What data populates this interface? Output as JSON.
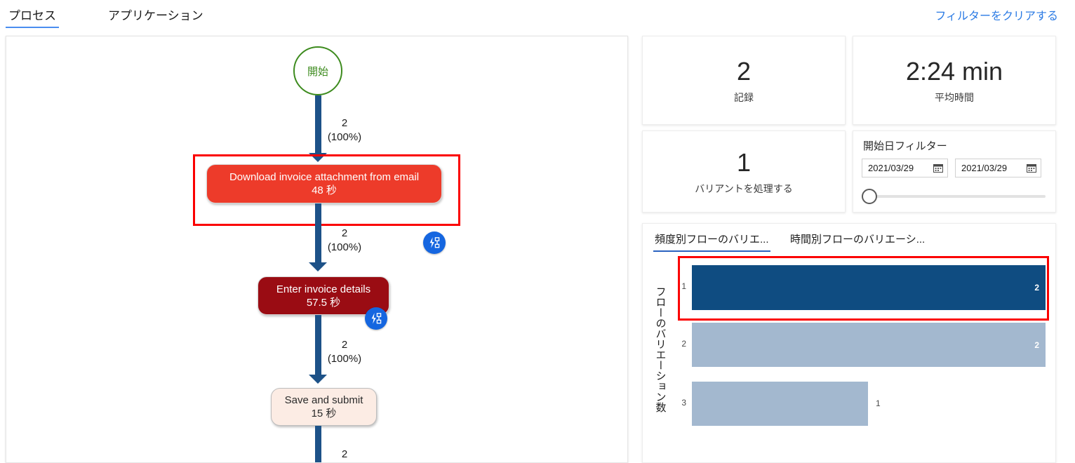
{
  "tabs": [
    {
      "label": "プロセス",
      "active": true
    },
    {
      "label": "アプリケーション",
      "active": false
    }
  ],
  "header": {
    "clear_filter_label": "フィルターをクリアする",
    "link_color": "#2a7ae4"
  },
  "process_graph": {
    "start_node": {
      "label": "開始",
      "color": "#3d8b1e"
    },
    "nodes": [
      {
        "name": "Download invoice attachment from email",
        "duration": "48 秒",
        "fill": "#ed3b2a",
        "selected": true,
        "badge": "flow-automation-icon"
      },
      {
        "name": "Enter invoice details",
        "duration": "57.5 秒",
        "fill": "#9a0c13",
        "selected": false,
        "badge": "flow-automation-icon"
      },
      {
        "name": "Save and submit",
        "duration": "15 秒",
        "fill": "#fcece4",
        "selected": false,
        "badge": null
      }
    ],
    "edges": [
      {
        "count": "2",
        "percent": "(100%)"
      },
      {
        "count": "2",
        "percent": "(100%)"
      },
      {
        "count": "2",
        "percent": "(100%)"
      },
      {
        "count": "2",
        "percent": ""
      }
    ],
    "edge_color": "#1d5288",
    "selection_color": "#fb0000"
  },
  "kpis": [
    {
      "value": "2",
      "label": "記録"
    },
    {
      "value": "2:24 min",
      "label": "平均時間"
    },
    {
      "value": "1",
      "label": "バリアントを処理する"
    }
  ],
  "date_filter": {
    "title": "開始日フィルター",
    "from_value": "2021/03/29",
    "to_value": "2021/03/29",
    "from_placeholder": "yyyy/mm/dd",
    "to_placeholder": "yyyy/mm/dd",
    "calendar_icon": "calendar-icon",
    "slider_position_percent": 0
  },
  "variation_panel": {
    "tabs": [
      {
        "label": "頻度別フローのバリエ...",
        "active": true
      },
      {
        "label": "時間別フローのバリエーシ...",
        "active": false
      }
    ]
  },
  "chart_data": {
    "type": "bar",
    "orientation": "horizontal",
    "title": "",
    "xlabel": "",
    "ylabel": "フローのバリエーション数",
    "categories": [
      "1",
      "2",
      "3"
    ],
    "values": [
      2,
      2,
      1
    ],
    "value_labels": [
      "2",
      "2",
      "1"
    ],
    "xlim": [
      0,
      2.1
    ],
    "grid": false,
    "legend": null,
    "colors": [
      "#0f4c81",
      "#a3b8cf",
      "#a3b8cf"
    ],
    "selected_index": 0,
    "selection_color": "#fb0000"
  }
}
